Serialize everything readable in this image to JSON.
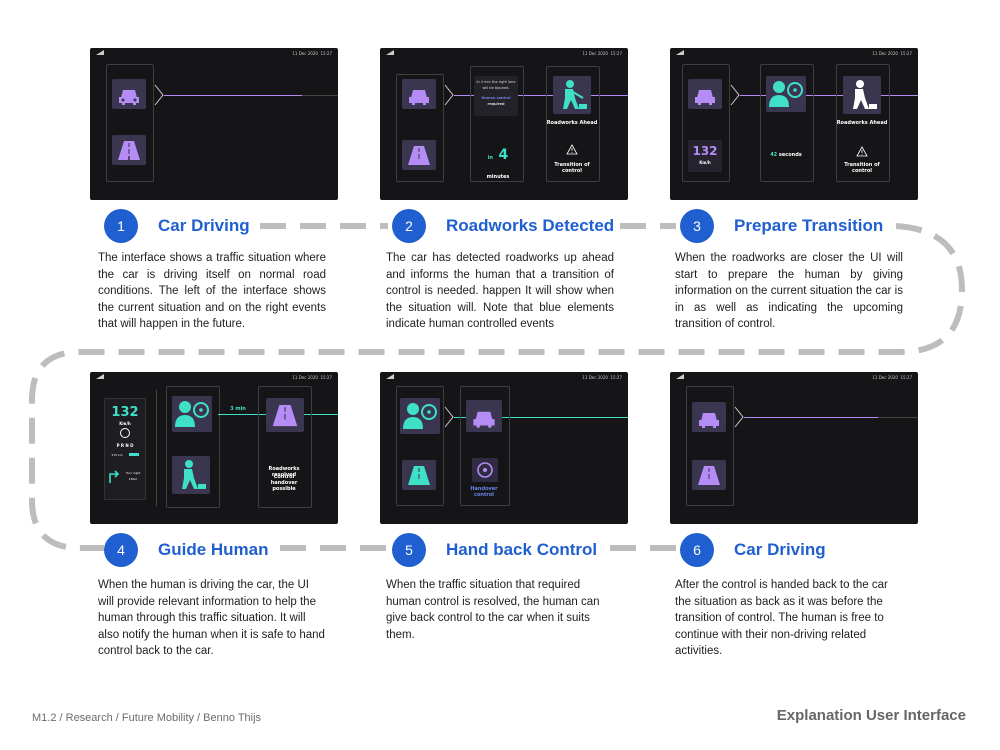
{
  "screen": {
    "date": "11 Dec 2020",
    "time": "15:27",
    "speed": "132",
    "speed_unit": "Km/h"
  },
  "steps": [
    {
      "num": "1",
      "title": "Car Driving",
      "text": "The interface shows a traffic situation where the car is driving itself on normal road conditions. The left of the interface shows the current situation and on the right events that will happen in the future."
    },
    {
      "num": "2",
      "title": "Roadworks Detected",
      "text": "The car has detected roadworks up ahead and informs the human that a transition of control is needed. happen It will show when the situation will. Note that blue elements indicate human controlled events"
    },
    {
      "num": "3",
      "title": "Prepare Transition",
      "text": "When the roadworks are closer the UI will start to prepare the human by giving information on the current situation the car is in as well as indicating the upcoming transition of control."
    },
    {
      "num": "4",
      "title": "Guide Human",
      "text": "When the human is driving the car, the UI will provide relevant information to help the human through this traffic situation. It will also notify the human when it is safe to hand control back to the car."
    },
    {
      "num": "5",
      "title": "Hand back Control",
      "text": "When the traffic situation that required human control is resolved, the human can give back control to the car when it suits them."
    },
    {
      "num": "6",
      "title": "Car Driving",
      "text": "After the control is handed back to the car the situation as back as it was before the transition of control. The human is free to continue with their non-driving related activities."
    }
  ],
  "screen2": {
    "msg_line1": "In 4 min the right lane",
    "msg_line2": "will be blocked.",
    "msg_line3": "Human control",
    "msg_line4": "required",
    "in_word": "in",
    "countdown": "4",
    "minutes": "minutes",
    "roadworks_label": "Roadworks Ahead",
    "transition_label": "Transition of control"
  },
  "screen3": {
    "seconds_num": "42",
    "seconds": "seconds",
    "roadworks_label": "Roadworks Ahead",
    "transition_label": "Transition of control"
  },
  "screen4": {
    "gears": "P R N D",
    "distance": "3 min",
    "turn": "Turn right",
    "turn_dist": "150m",
    "resolved": "Roadworks resolved",
    "handover": "Control handover possible",
    "range": "175 km"
  },
  "screen5": {
    "handover_label": "Handover control"
  },
  "footer": {
    "path": "M1.2 / Research / Future Mobility / Benno Thijs",
    "title": "Explanation User Interface"
  },
  "colors": {
    "brand_blue": "#1f5fd0",
    "auto_purple": "#b58cf6",
    "human_teal": "#3fe0c8",
    "screen_bg": "#151518"
  }
}
